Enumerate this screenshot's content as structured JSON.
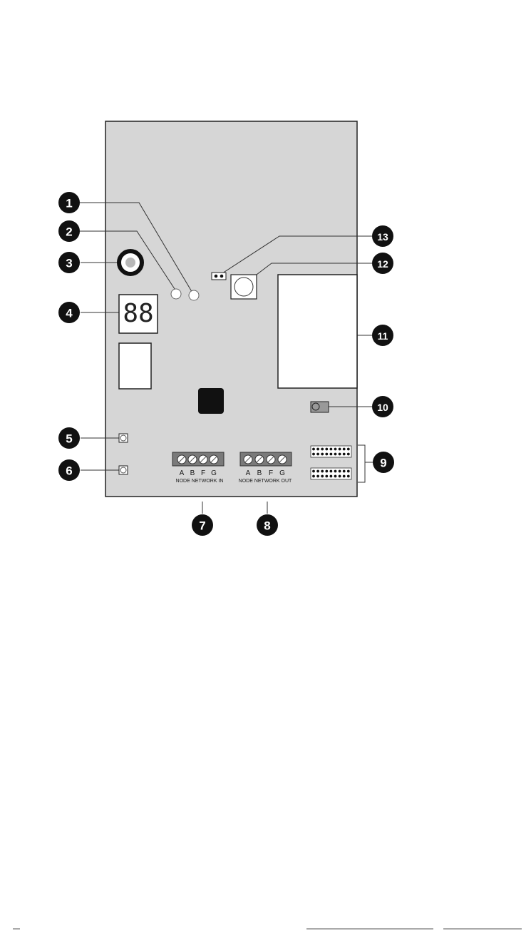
{
  "display": {
    "digits": "88"
  },
  "terminal_blocks": [
    {
      "letters": [
        "A",
        "B",
        "F",
        "G"
      ],
      "label": "NODE NETWORK IN"
    },
    {
      "letters": [
        "A",
        "B",
        "F",
        "G"
      ],
      "label": "NODE NETWORK OUT"
    }
  ],
  "callouts": [
    "1",
    "2",
    "3",
    "4",
    "5",
    "6",
    "7",
    "8",
    "9",
    "10",
    "11",
    "12",
    "13"
  ],
  "colors": {
    "board": "#d6d6d6",
    "callout": "#111111",
    "terminal_block": "#7a7a7a",
    "line": "#333333"
  }
}
